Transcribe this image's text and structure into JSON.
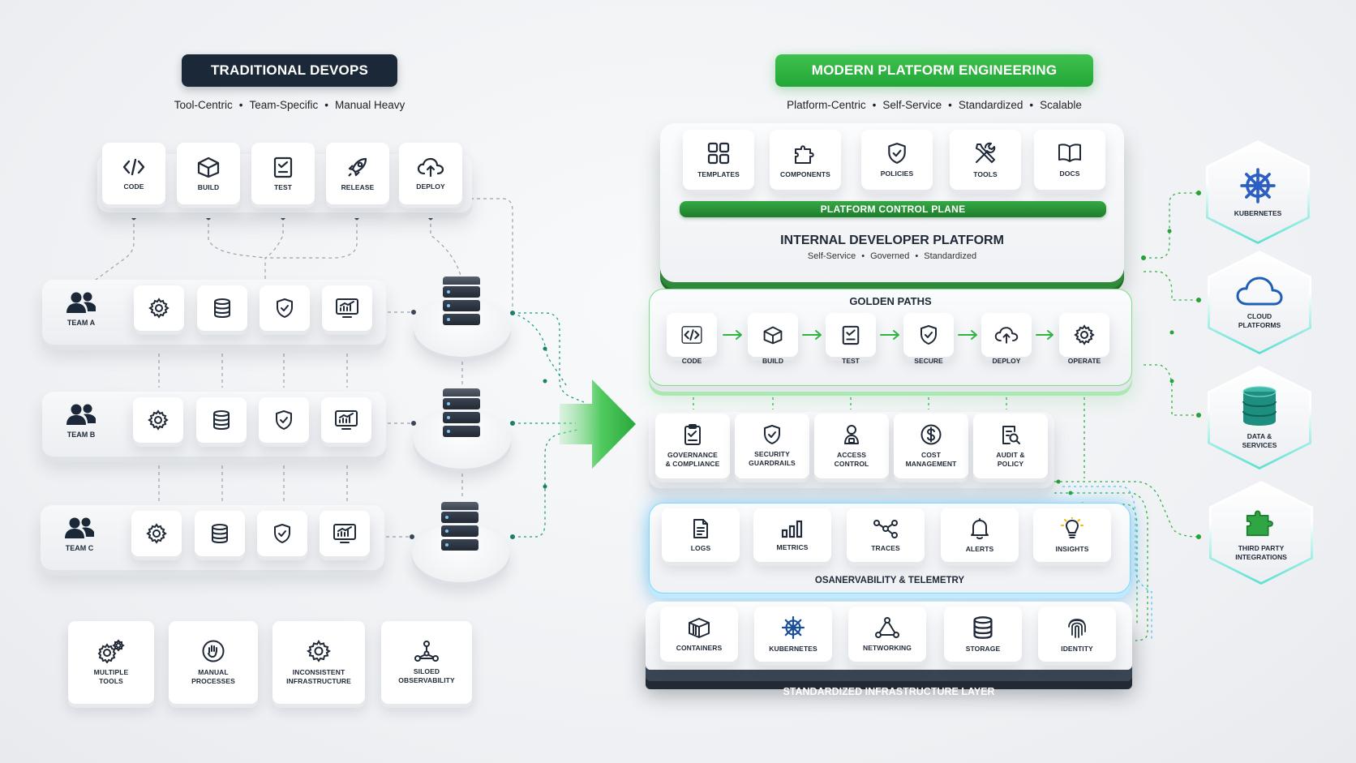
{
  "left": {
    "title": "TRADITIONAL DEVOPS",
    "tagline": [
      "Tool-Centric",
      "Team-Specific",
      "Manual Heavy"
    ],
    "pipeline": [
      {
        "label": "CODE",
        "icon": "code-icon"
      },
      {
        "label": "BUILD",
        "icon": "box-icon"
      },
      {
        "label": "TEST",
        "icon": "checklist-icon"
      },
      {
        "label": "RELEASE",
        "icon": "rocket-icon"
      },
      {
        "label": "DEPLOY",
        "icon": "cloud-upload-icon"
      }
    ],
    "teams": [
      {
        "label": "TEAM A"
      },
      {
        "label": "TEAM B"
      },
      {
        "label": "TEAM C"
      }
    ],
    "team_tools": [
      "gear-icon",
      "database-icon",
      "shield-icon",
      "monitor-chart-icon"
    ],
    "problems": [
      {
        "label": "MULTIPLE\nTOOLS",
        "icon": "gears-icon"
      },
      {
        "label": "MANUAL\nPROCESSES",
        "icon": "hand-icon"
      },
      {
        "label": "INCONSISTENT\nINFRASTRUCTURE",
        "icon": "gear-warning-icon"
      },
      {
        "label": "SILOED\nOBSERVABILITY",
        "icon": "network-icon"
      }
    ]
  },
  "right": {
    "title": "MODERN PLATFORM ENGINEERING",
    "tagline": [
      "Platform-Centric",
      "Self-Service",
      "Standardized",
      "Scalable"
    ],
    "idp": {
      "tiles": [
        {
          "label": "TEMPLATES",
          "icon": "grid-icon"
        },
        {
          "label": "COMPONENTS",
          "icon": "puzzle-icon"
        },
        {
          "label": "POLICIES",
          "icon": "shield-check-icon"
        },
        {
          "label": "TOOLS",
          "icon": "tools-icon"
        },
        {
          "label": "DOCS",
          "icon": "book-icon"
        }
      ],
      "control_plane": "PLATFORM CONTROL PLANE",
      "title": "INTERNAL DEVELOPER PLATFORM",
      "tagline": [
        "Self-Service",
        "Governed",
        "Standardized"
      ]
    },
    "golden_paths": {
      "title": "GOLDEN PATHS",
      "steps": [
        {
          "label": "CODE",
          "icon": "code-icon"
        },
        {
          "label": "BUILD",
          "icon": "box-icon"
        },
        {
          "label": "TEST",
          "icon": "checklist-icon"
        },
        {
          "label": "SECURE",
          "icon": "shield-check-icon"
        },
        {
          "label": "DEPLOY",
          "icon": "cloud-upload-icon"
        },
        {
          "label": "OPERATE",
          "icon": "gear-icon"
        }
      ]
    },
    "governance": [
      {
        "label": "GOVERNANCE\n& COMPLIANCE",
        "icon": "clipboard-icon"
      },
      {
        "label": "SECURITY\nGUARDRAILS",
        "icon": "shield-check-icon"
      },
      {
        "label": "ACCESS\nCONTROL",
        "icon": "lock-user-icon"
      },
      {
        "label": "COST\nMANAGEMENT",
        "icon": "dollar-icon"
      },
      {
        "label": "AUDIT &\nPOLICY",
        "icon": "audit-icon"
      }
    ],
    "observability": {
      "tiles": [
        {
          "label": "LOGS",
          "icon": "file-icon"
        },
        {
          "label": "METRICS",
          "icon": "bar-chart-icon"
        },
        {
          "label": "TRACES",
          "icon": "traces-icon"
        },
        {
          "label": "ALERTS",
          "icon": "bell-icon"
        },
        {
          "label": "INSIGHTS",
          "icon": "lightbulb-icon"
        }
      ],
      "title": "OSANERVABILITY & TELEMETRY"
    },
    "infrastructure": {
      "tiles": [
        {
          "label": "CONTAINERS",
          "icon": "container-icon"
        },
        {
          "label": "KUBERNETES",
          "icon": "helm-icon"
        },
        {
          "label": "NETWORKING",
          "icon": "network-icon"
        },
        {
          "label": "STORAGE",
          "icon": "database-icon"
        },
        {
          "label": "IDENTITY",
          "icon": "fingerprint-icon"
        }
      ],
      "title": "STANDARDIZED INFRASTRUCTURE LAYER"
    },
    "targets": [
      {
        "label": "KUBERNETES",
        "icon": "helm-icon"
      },
      {
        "label": "CLOUD\nPLATFORMS",
        "icon": "cloud-icon"
      },
      {
        "label": "DATA &\nSERVICES",
        "icon": "database-icon"
      },
      {
        "label": "THIRD PARTY\nINTEGRATIONS",
        "icon": "puzzle-icon"
      }
    ]
  },
  "colors": {
    "dark": "#1b2838",
    "green": "#2fb344",
    "teal": "#1e9e8a",
    "cyan": "#47c4ff"
  }
}
